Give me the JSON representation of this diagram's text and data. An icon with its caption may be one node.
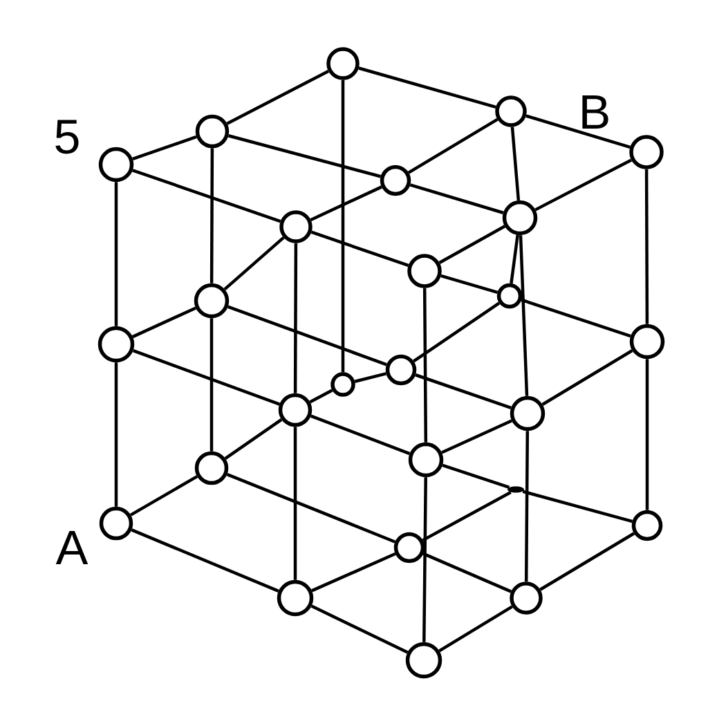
{
  "diagram": {
    "nodes": [
      {
        "text": [],
        "shape": "circle"
      },
      {
        "text": [],
        "shape": "circle"
      },
      {
        "text": [],
        "shape": "circle"
      },
      {
        "text": [],
        "shape": "circle"
      },
      {
        "text": [],
        "shape": "circle"
      },
      {
        "text": [],
        "shape": "circle"
      },
      {
        "text": [],
        "shape": "circle"
      },
      {
        "text": [],
        "shape": "circle"
      },
      {
        "text": [],
        "shape": "circle"
      },
      {
        "text": [],
        "shape": "circle"
      },
      {
        "text": [],
        "shape": "circle"
      },
      {
        "text": [],
        "shape": "circle"
      },
      {
        "text": [],
        "shape": "circle"
      },
      {
        "text": [],
        "shape": "circle"
      },
      {
        "text": [],
        "shape": "circle"
      },
      {
        "text": [],
        "shape": "circle"
      },
      {
        "text": [],
        "shape": "circle"
      },
      {
        "text": [],
        "shape": "circle"
      },
      {
        "text": [],
        "shape": "circle"
      },
      {
        "text": [],
        "shape": "dot"
      },
      {
        "text": [],
        "shape": "circle"
      },
      {
        "text": [],
        "shape": "circle"
      },
      {
        "text": [],
        "shape": "circle"
      },
      {
        "text": [],
        "shape": "circle"
      },
      {
        "text": [],
        "shape": "circle"
      },
      {
        "text": [],
        "shape": "circle"
      }
    ],
    "edges": [
      {
        "from": 4,
        "to": 2,
        "arrow": "none"
      },
      {
        "from": 2,
        "to": 0,
        "arrow": "none"
      },
      {
        "from": 4,
        "to": 7,
        "arrow": "none"
      },
      {
        "from": 2,
        "to": 5,
        "arrow": "none"
      },
      {
        "from": 0,
        "to": 1,
        "arrow": "none"
      },
      {
        "from": 1,
        "to": 3,
        "arrow": "none"
      },
      {
        "from": 7,
        "to": 5,
        "arrow": "none"
      },
      {
        "from": 5,
        "to": 1,
        "arrow": "none"
      },
      {
        "from": 7,
        "to": 8,
        "arrow": "none"
      },
      {
        "from": 5,
        "to": 6,
        "arrow": "none"
      },
      {
        "from": 8,
        "to": 6,
        "arrow": "none"
      },
      {
        "from": 6,
        "to": 3,
        "arrow": "none"
      },
      {
        "from": 4,
        "to": 12,
        "arrow": "none"
      },
      {
        "from": 2,
        "to": 10,
        "arrow": "none"
      },
      {
        "from": 0,
        "to": 14,
        "arrow": "none"
      },
      {
        "from": 7,
        "to": 15,
        "arrow": "none"
      },
      {
        "from": 8,
        "to": 17,
        "arrow": "none"
      },
      {
        "from": 1,
        "to": 6,
        "arrow": "none"
      },
      {
        "from": 6,
        "to": 9,
        "arrow": "none"
      },
      {
        "from": 6,
        "to": 16,
        "arrow": "none"
      },
      {
        "from": 3,
        "to": 11,
        "arrow": "none"
      },
      {
        "from": 12,
        "to": 10,
        "arrow": "none"
      },
      {
        "from": 12,
        "to": 15,
        "arrow": "none"
      },
      {
        "from": 10,
        "to": 13,
        "arrow": "none"
      },
      {
        "from": 10,
        "to": 7,
        "arrow": "none"
      },
      {
        "from": 15,
        "to": 14,
        "arrow": "none"
      },
      {
        "from": 14,
        "to": 13,
        "arrow": "none"
      },
      {
        "from": 13,
        "to": 9,
        "arrow": "none"
      },
      {
        "from": 9,
        "to": 11,
        "arrow": "none"
      },
      {
        "from": 15,
        "to": 17,
        "arrow": "none"
      },
      {
        "from": 13,
        "to": 16,
        "arrow": "none"
      },
      {
        "from": 17,
        "to": 16,
        "arrow": "none"
      },
      {
        "from": 16,
        "to": 11,
        "arrow": "none"
      },
      {
        "from": 8,
        "to": 9,
        "arrow": "none"
      },
      {
        "from": 12,
        "to": 20,
        "arrow": "none"
      },
      {
        "from": 10,
        "to": 18,
        "arrow": "none"
      },
      {
        "from": 15,
        "to": 23,
        "arrow": "none"
      },
      {
        "from": 17,
        "to": 25,
        "arrow": "none"
      },
      {
        "from": 16,
        "to": 24,
        "arrow": "none"
      },
      {
        "from": 11,
        "to": 21,
        "arrow": "none"
      },
      {
        "from": 20,
        "to": 18,
        "arrow": "none"
      },
      {
        "from": 20,
        "to": 23,
        "arrow": "none"
      },
      {
        "from": 18,
        "to": 22,
        "arrow": "none"
      },
      {
        "from": 18,
        "to": 15,
        "arrow": "none"
      },
      {
        "from": 23,
        "to": 22,
        "arrow": "none"
      },
      {
        "from": 23,
        "to": 25,
        "arrow": "none"
      },
      {
        "from": 22,
        "to": 19,
        "arrow": "none"
      },
      {
        "from": 22,
        "to": 24,
        "arrow": "none"
      },
      {
        "from": 17,
        "to": 19,
        "arrow": "none"
      },
      {
        "from": 19,
        "to": 21,
        "arrow": "none"
      },
      {
        "from": 25,
        "to": 24,
        "arrow": "none"
      },
      {
        "from": 24,
        "to": 21,
        "arrow": "none"
      }
    ],
    "labels": [
      "5",
      "B",
      "A"
    ]
  }
}
